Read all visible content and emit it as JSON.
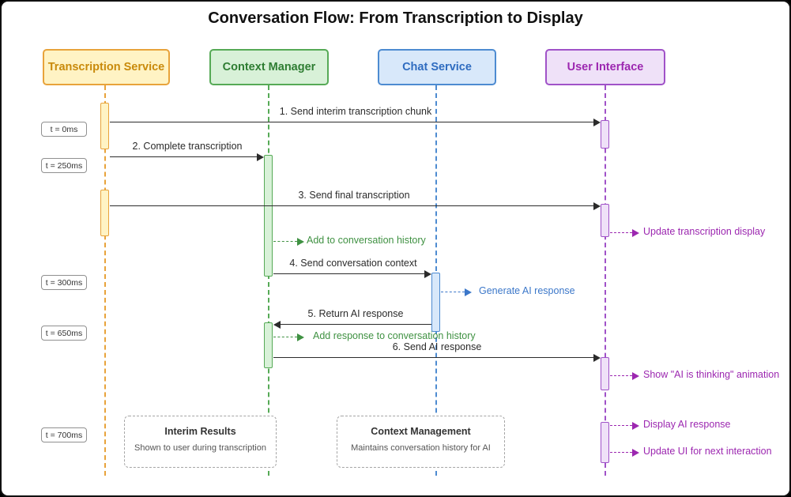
{
  "title": "Conversation Flow: From Transcription to Display",
  "participants": [
    {
      "label": "Transcription Service",
      "border": "#E8A33B",
      "fill": "#FFF3C4",
      "text": "#C98A0B"
    },
    {
      "label": "Context Manager",
      "border": "#56AA56",
      "fill": "#D8F1D8",
      "text": "#2E7D32"
    },
    {
      "label": "Chat Service",
      "border": "#4D8BD1",
      "fill": "#D8E8FA",
      "text": "#2F6CC0"
    },
    {
      "label": "User Interface",
      "border": "#A052C8",
      "fill": "#EFE1F8",
      "text": "#9C27B0"
    }
  ],
  "colors": {
    "message": "#2B2B2B",
    "green": "#3F9142",
    "blue": "#3B77C9",
    "purple": "#9C27B0"
  },
  "time_labels": [
    {
      "label": "t = 0ms"
    },
    {
      "label": "t = 250ms"
    },
    {
      "label": "t = 300ms"
    },
    {
      "label": "t = 650ms"
    },
    {
      "label": "t = 700ms"
    }
  ],
  "messages": [
    {
      "label": "1. Send interim transcription chunk",
      "from": "Transcription Service",
      "to": "User Interface"
    },
    {
      "label": "2. Complete transcription",
      "from": "Transcription Service",
      "to": "Context Manager"
    },
    {
      "label": "3. Send final transcription",
      "from": "Transcription Service",
      "to": "User Interface"
    },
    {
      "label": "4. Send conversation context",
      "from": "Context Manager",
      "to": "Chat Service"
    },
    {
      "label": "5. Return AI response",
      "from": "Chat Service",
      "to": "Context Manager"
    },
    {
      "label": "6. Send AI response",
      "from": "Context Manager",
      "to": "User Interface"
    }
  ],
  "annotations": [
    {
      "label": "Update transcription display",
      "participant": "User Interface",
      "color": "purple"
    },
    {
      "label": "Add to conversation history",
      "participant": "Context Manager",
      "color": "green"
    },
    {
      "label": "Generate AI response",
      "participant": "Chat Service",
      "color": "blue"
    },
    {
      "label": "Add response to conversation history",
      "participant": "Context Manager",
      "color": "green"
    },
    {
      "label": "Show \"AI is thinking\" animation",
      "participant": "User Interface",
      "color": "purple"
    },
    {
      "label": "Display AI response",
      "participant": "User Interface",
      "color": "purple"
    },
    {
      "label": "Update UI for next interaction",
      "participant": "User Interface",
      "color": "purple"
    }
  ],
  "notes": [
    {
      "title": "Interim Results",
      "body": "Shown to user during transcription"
    },
    {
      "title": "Context Management",
      "body": "Maintains conversation history for AI"
    }
  ]
}
